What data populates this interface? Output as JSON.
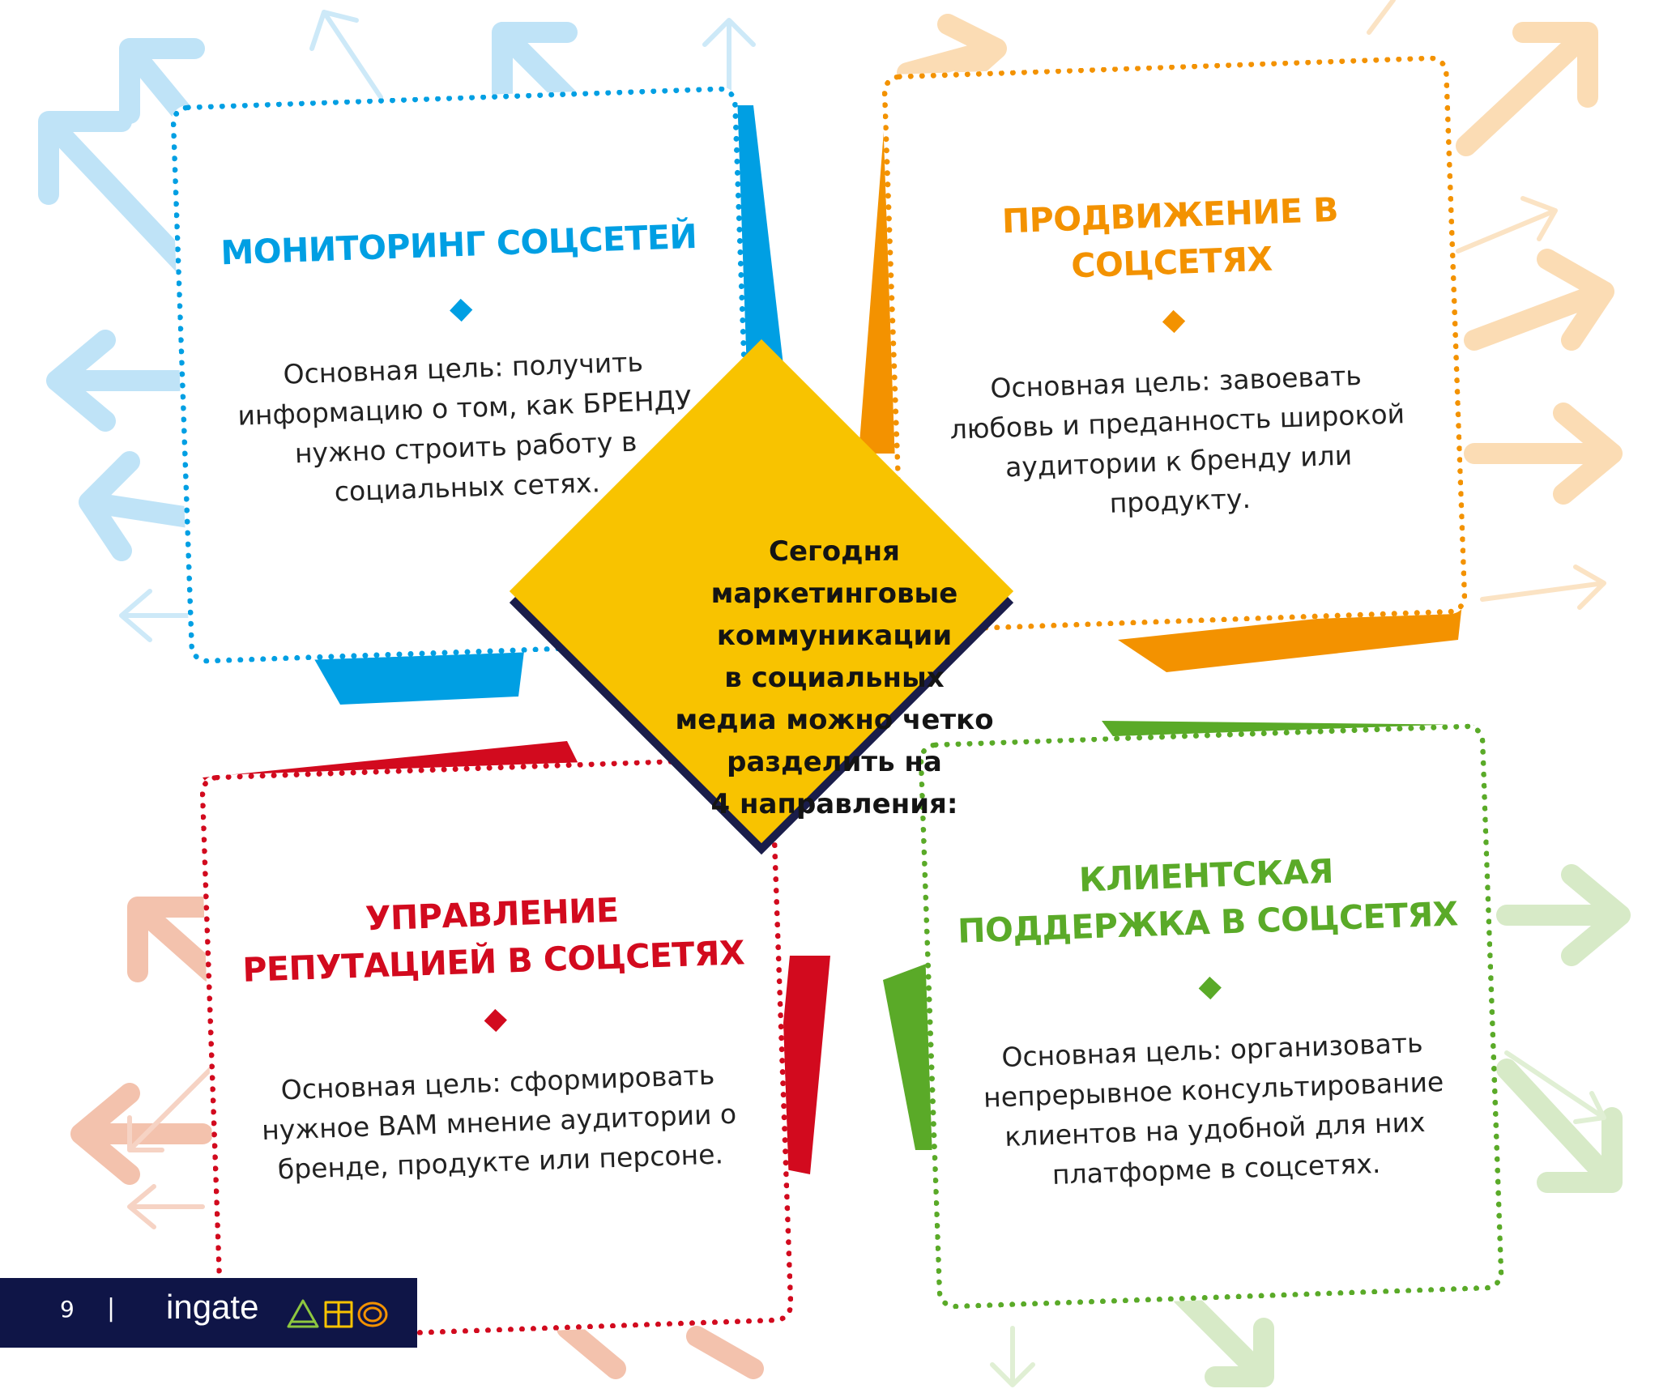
{
  "colors": {
    "blue": "#009fe3",
    "orange": "#f39200",
    "red": "#d20a1e",
    "green": "#5aaa28",
    "yellow": "#f8c300",
    "navy": "#0f1547"
  },
  "center": {
    "lines": [
      "Сегодня",
      "маркетинговые",
      "коммуникации",
      "в социальных",
      "медиа можно четко",
      "разделить на",
      "4 направления:"
    ]
  },
  "cards": {
    "monitoring": {
      "title_lines": [
        "МОНИТОРИНГ СОЦСЕТЕЙ"
      ],
      "text_lines": [
        "Основная цель: получить",
        "информацию о том, как БРЕНДУ",
        "нужно строить работу в",
        "социальных сетях."
      ]
    },
    "promotion": {
      "title_lines": [
        "ПРОДВИЖЕНИЕ В",
        "СОЦСЕТЯХ"
      ],
      "text_lines": [
        "Основная цель: завоевать",
        "любовь  и преданность широкой",
        "аудитории к бренду или",
        "продукту."
      ]
    },
    "reputation": {
      "title_lines": [
        "УПРАВЛЕНИЕ",
        "РЕПУТАЦИЕЙ В СОЦСЕТЯХ"
      ],
      "text_lines": [
        "Основная цель: сформировать",
        "нужное ВАМ мнение аудитории о",
        "бренде, продукте или персоне."
      ]
    },
    "support": {
      "title_lines": [
        "КЛИЕНТСКАЯ",
        "ПОДДЕРЖКА В СОЦСЕТЯХ"
      ],
      "text_lines": [
        "Основная цель: организовать",
        "непрерывное консультирование",
        "клиентов  на удобной для них",
        "платформе в соцсетях."
      ]
    }
  },
  "footer": {
    "page_number": "9",
    "separator": "|",
    "brand": "ingate"
  }
}
